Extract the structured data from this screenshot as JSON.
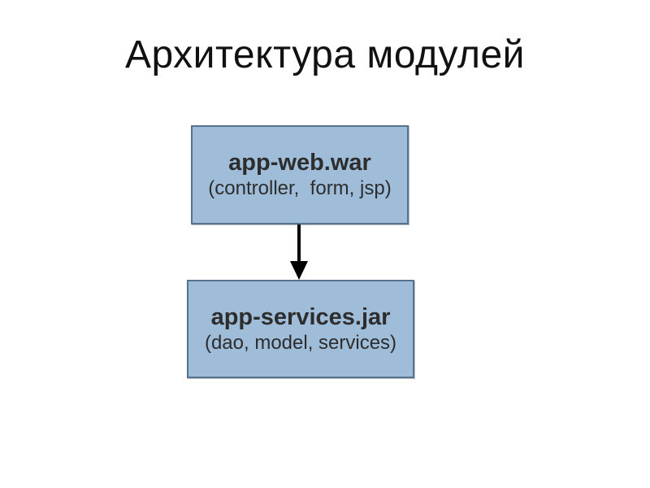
{
  "slide": {
    "title": "Архитектура модулей",
    "background": "#ffffff"
  },
  "diagram": {
    "nodes": [
      {
        "id": "app-web",
        "title": "app-web.war",
        "subtitle": "(controller,  form, jsp)"
      },
      {
        "id": "app-services",
        "title": "app-services.jar",
        "subtitle": "(dao, model, services)"
      }
    ],
    "edges": [
      {
        "from": "app-web",
        "to": "app-services",
        "direction": "down",
        "style": "solid-arrow"
      }
    ],
    "colors": {
      "node_fill": "#9fbcd9",
      "node_border": "#54738f",
      "node_text": "#2d2d2d",
      "arrow": "#000000",
      "title_text": "#111111",
      "background": "#ffffff"
    }
  }
}
